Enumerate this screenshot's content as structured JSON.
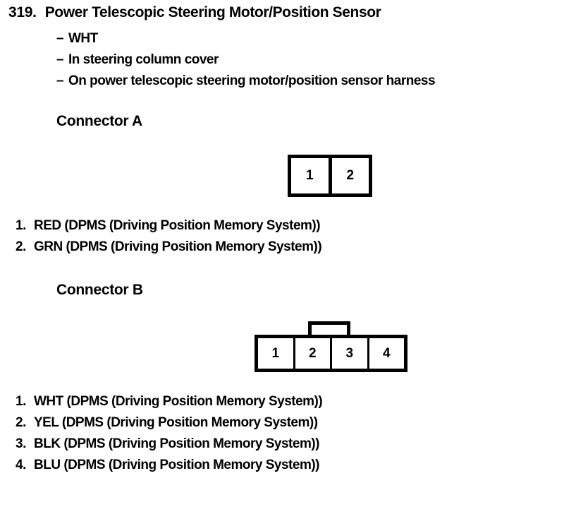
{
  "page": {
    "item_number": "319.",
    "title": "Power Telescopic Steering Motor/Position Sensor",
    "details": [
      "WHT",
      "In steering column cover",
      "On power telescopic steering motor/position sensor harness"
    ]
  },
  "connector_a": {
    "heading": "Connector A",
    "pins": [
      {
        "number": "1",
        "label": "1.",
        "description": "RED (DPMS (Driving Position Memory System))"
      },
      {
        "number": "2",
        "label": "2.",
        "description": "GRN (DPMS (Driving Position Memory System))"
      }
    ]
  },
  "connector_b": {
    "heading": "Connector B",
    "pins": [
      {
        "number": "1",
        "label": "1.",
        "description": "WHT (DPMS (Driving Position Memory System))"
      },
      {
        "number": "2",
        "label": "2.",
        "description": "YEL (DPMS (Driving Position Memory System))"
      },
      {
        "number": "3",
        "label": "3.",
        "description": "BLK (DPMS (Driving Position Memory System))"
      },
      {
        "number": "4",
        "label": "4.",
        "description": "BLU (DPMS (Driving Position Memory System))"
      }
    ]
  },
  "symbols": {
    "dash": "–"
  },
  "colors": {
    "ink": "#000000",
    "paper": "#ffffff"
  }
}
